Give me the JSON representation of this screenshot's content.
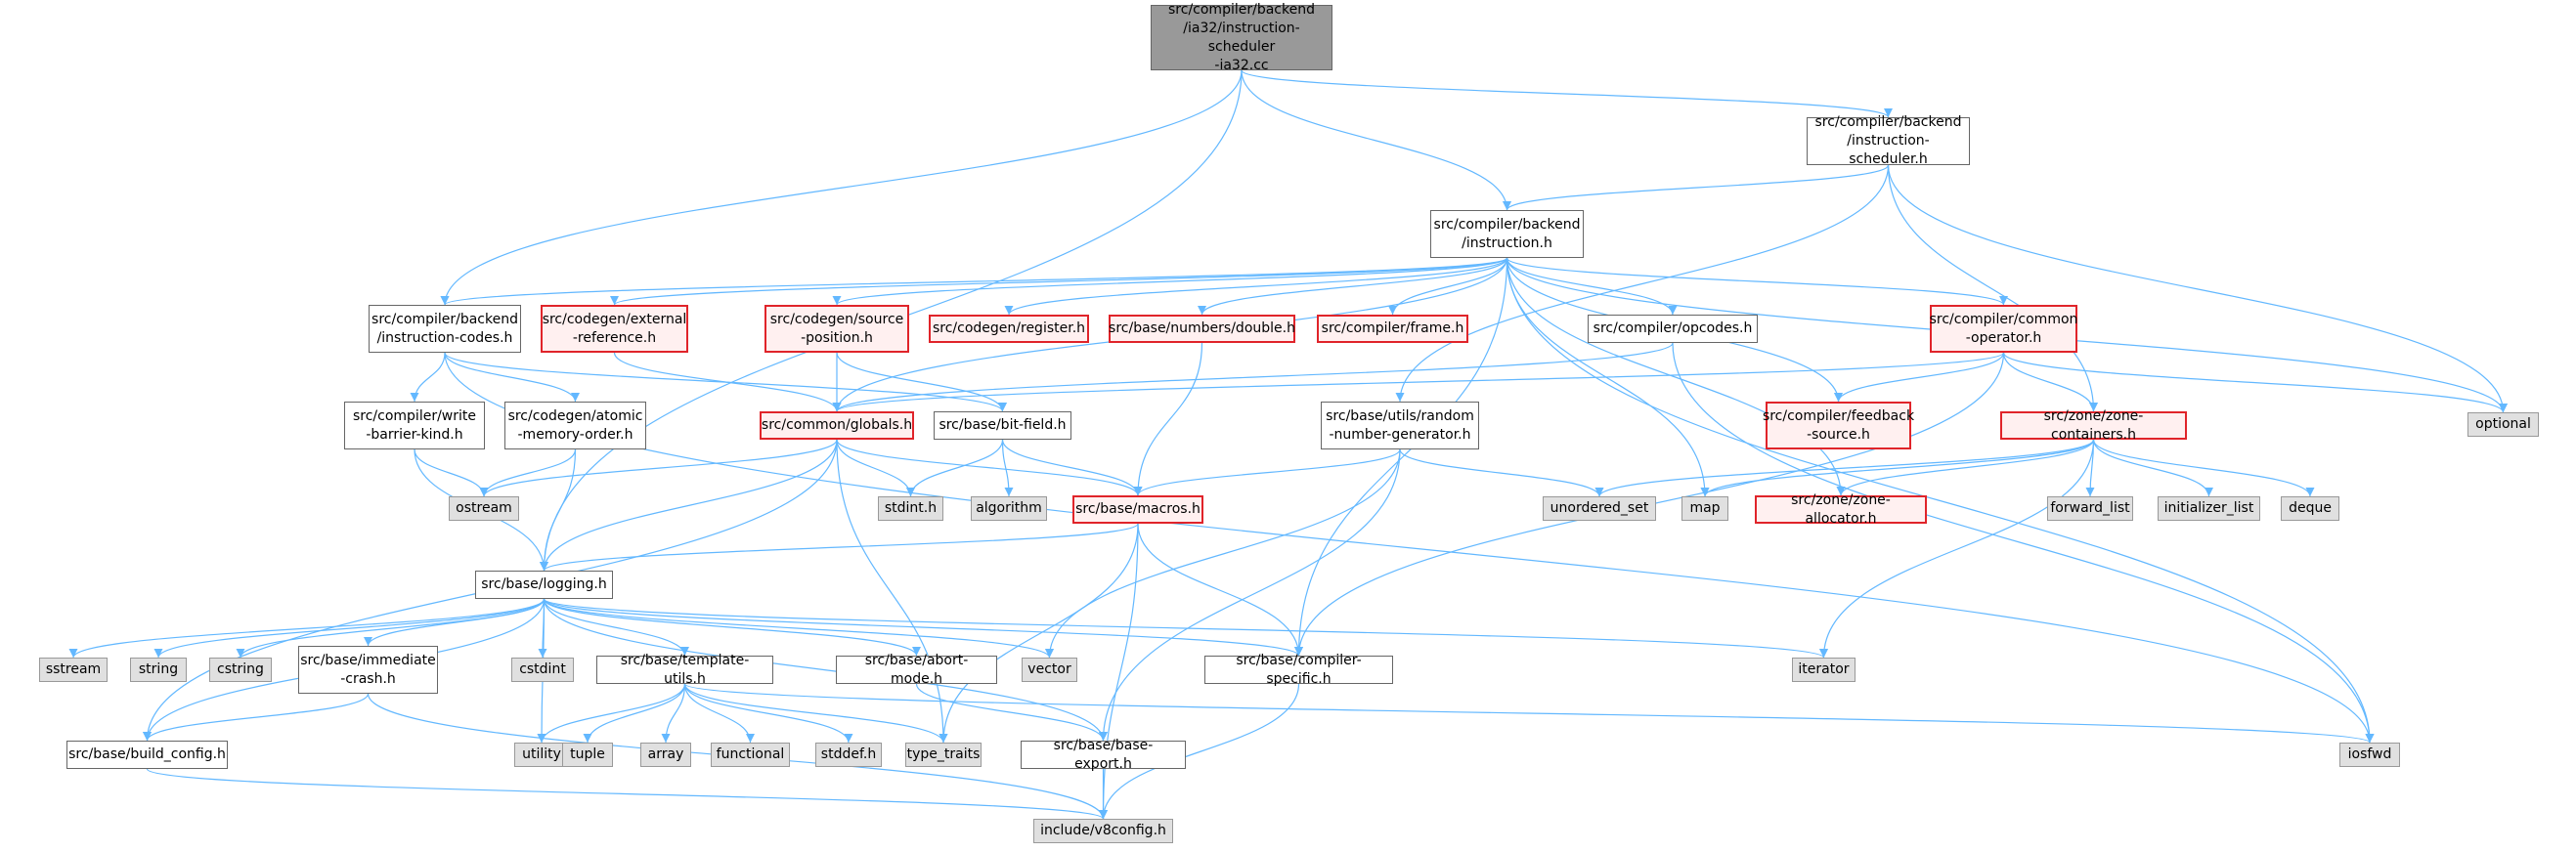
{
  "diagram": {
    "edge_color": "#63b8ff",
    "colors": {
      "root_fill": "#999999",
      "red_border": "#e0242a",
      "red_fill": "#fff0f0",
      "external_fill": "#e0e0e0"
    },
    "nodes": [
      {
        "id": "root",
        "label": "src/compiler/backend\n/ia32/instruction-scheduler\n-ia32.cc",
        "kind": "root"
      },
      {
        "id": "isched",
        "label": "src/compiler/backend\n/instruction-scheduler.h",
        "kind": "normal"
      },
      {
        "id": "instr",
        "label": "src/compiler/backend\n/instruction.h",
        "kind": "normal"
      },
      {
        "id": "icodes",
        "label": "src/compiler/backend\n/instruction-codes.h",
        "kind": "normal"
      },
      {
        "id": "extref",
        "label": "src/codegen/external\n-reference.h",
        "kind": "red"
      },
      {
        "id": "srcpos",
        "label": "src/codegen/source\n-position.h",
        "kind": "red"
      },
      {
        "id": "register",
        "label": "src/codegen/register.h",
        "kind": "red"
      },
      {
        "id": "double",
        "label": "src/base/numbers/double.h",
        "kind": "red"
      },
      {
        "id": "frame",
        "label": "src/compiler/frame.h",
        "kind": "red"
      },
      {
        "id": "opcodes",
        "label": "src/compiler/opcodes.h",
        "kind": "normal"
      },
      {
        "id": "cop",
        "label": "src/compiler/common\n-operator.h",
        "kind": "red"
      },
      {
        "id": "optional",
        "label": "optional",
        "kind": "external"
      },
      {
        "id": "wbk",
        "label": "src/compiler/write\n-barrier-kind.h",
        "kind": "normal"
      },
      {
        "id": "amo",
        "label": "src/codegen/atomic\n-memory-order.h",
        "kind": "normal"
      },
      {
        "id": "globals",
        "label": "src/common/globals.h",
        "kind": "red"
      },
      {
        "id": "bitfield",
        "label": "src/base/bit-field.h",
        "kind": "normal"
      },
      {
        "id": "rng",
        "label": "src/base/utils/random\n-number-generator.h",
        "kind": "normal"
      },
      {
        "id": "feedback",
        "label": "src/compiler/feedback\n-source.h",
        "kind": "red"
      },
      {
        "id": "zc",
        "label": "src/zone/zone-containers.h",
        "kind": "red"
      },
      {
        "id": "ostream",
        "label": "ostream",
        "kind": "external"
      },
      {
        "id": "stdint",
        "label": "stdint.h",
        "kind": "external"
      },
      {
        "id": "algorithm",
        "label": "algorithm",
        "kind": "external"
      },
      {
        "id": "macros",
        "label": "src/base/macros.h",
        "kind": "red"
      },
      {
        "id": "uset",
        "label": "unordered_set",
        "kind": "external"
      },
      {
        "id": "map",
        "label": "map",
        "kind": "external"
      },
      {
        "id": "za",
        "label": "src/zone/zone-allocator.h",
        "kind": "red"
      },
      {
        "id": "flist",
        "label": "forward_list",
        "kind": "external"
      },
      {
        "id": "ilist",
        "label": "initializer_list",
        "kind": "external"
      },
      {
        "id": "deque",
        "label": "deque",
        "kind": "external"
      },
      {
        "id": "logging",
        "label": "src/base/logging.h",
        "kind": "normal"
      },
      {
        "id": "sstream",
        "label": "sstream",
        "kind": "external"
      },
      {
        "id": "string",
        "label": "string",
        "kind": "external"
      },
      {
        "id": "cstring",
        "label": "cstring",
        "kind": "external"
      },
      {
        "id": "immcrash",
        "label": "src/base/immediate\n-crash.h",
        "kind": "normal"
      },
      {
        "id": "cstdint",
        "label": "cstdint",
        "kind": "external"
      },
      {
        "id": "tutils",
        "label": "src/base/template-utils.h",
        "kind": "normal"
      },
      {
        "id": "abort",
        "label": "src/base/abort-mode.h",
        "kind": "normal"
      },
      {
        "id": "vector",
        "label": "vector",
        "kind": "external"
      },
      {
        "id": "cspec",
        "label": "src/base/compiler-specific.h",
        "kind": "normal"
      },
      {
        "id": "iterator",
        "label": "iterator",
        "kind": "external"
      },
      {
        "id": "buildcfg",
        "label": "src/base/build_config.h",
        "kind": "normal"
      },
      {
        "id": "utility",
        "label": "utility",
        "kind": "external"
      },
      {
        "id": "tuple",
        "label": "tuple",
        "kind": "external"
      },
      {
        "id": "array",
        "label": "array",
        "kind": "external"
      },
      {
        "id": "functional",
        "label": "functional",
        "kind": "external"
      },
      {
        "id": "stddef",
        "label": "stddef.h",
        "kind": "external"
      },
      {
        "id": "typetraits",
        "label": "type_traits",
        "kind": "external"
      },
      {
        "id": "baseexport",
        "label": "src/base/base-export.h",
        "kind": "normal"
      },
      {
        "id": "iosfwd",
        "label": "iosfwd",
        "kind": "external"
      },
      {
        "id": "v8config",
        "label": "include/v8config.h",
        "kind": "external"
      }
    ],
    "edges": [
      [
        "root",
        "isched"
      ],
      [
        "root",
        "instr"
      ],
      [
        "root",
        "icodes"
      ],
      [
        "root",
        "logging"
      ],
      [
        "isched",
        "instr"
      ],
      [
        "isched",
        "rng"
      ],
      [
        "isched",
        "zc"
      ],
      [
        "isched",
        "optional"
      ],
      [
        "instr",
        "icodes"
      ],
      [
        "instr",
        "extref"
      ],
      [
        "instr",
        "srcpos"
      ],
      [
        "instr",
        "register"
      ],
      [
        "instr",
        "double"
      ],
      [
        "instr",
        "frame"
      ],
      [
        "instr",
        "opcodes"
      ],
      [
        "instr",
        "cop"
      ],
      [
        "instr",
        "feedback"
      ],
      [
        "instr",
        "globals"
      ],
      [
        "instr",
        "za"
      ],
      [
        "instr",
        "map"
      ],
      [
        "instr",
        "cspec"
      ],
      [
        "instr",
        "optional"
      ],
      [
        "instr",
        "iosfwd"
      ],
      [
        "icodes",
        "wbk"
      ],
      [
        "icodes",
        "amo"
      ],
      [
        "icodes",
        "bitfield"
      ],
      [
        "icodes",
        "iosfwd"
      ],
      [
        "extref",
        "globals"
      ],
      [
        "srcpos",
        "globals"
      ],
      [
        "srcpos",
        "bitfield"
      ],
      [
        "double",
        "macros"
      ],
      [
        "opcodes",
        "globals"
      ],
      [
        "opcodes",
        "iosfwd"
      ],
      [
        "cop",
        "globals"
      ],
      [
        "cop",
        "feedback"
      ],
      [
        "cop",
        "zc"
      ],
      [
        "cop",
        "cspec"
      ],
      [
        "cop",
        "optional"
      ],
      [
        "wbk",
        "ostream"
      ],
      [
        "wbk",
        "logging"
      ],
      [
        "amo",
        "ostream"
      ],
      [
        "amo",
        "logging"
      ],
      [
        "globals",
        "ostream"
      ],
      [
        "globals",
        "stdint"
      ],
      [
        "globals",
        "macros"
      ],
      [
        "globals",
        "logging"
      ],
      [
        "globals",
        "typetraits"
      ],
      [
        "globals",
        "buildcfg"
      ],
      [
        "bitfield",
        "stdint"
      ],
      [
        "bitfield",
        "algorithm"
      ],
      [
        "bitfield",
        "macros"
      ],
      [
        "rng",
        "uset"
      ],
      [
        "rng",
        "macros"
      ],
      [
        "rng",
        "vector"
      ],
      [
        "rng",
        "baseexport"
      ],
      [
        "zc",
        "uset"
      ],
      [
        "zc",
        "map"
      ],
      [
        "zc",
        "za"
      ],
      [
        "zc",
        "flist"
      ],
      [
        "zc",
        "ilist"
      ],
      [
        "zc",
        "deque"
      ],
      [
        "zc",
        "iterator"
      ],
      [
        "macros",
        "logging"
      ],
      [
        "macros",
        "cspec"
      ],
      [
        "macros",
        "typetraits"
      ],
      [
        "macros",
        "v8config"
      ],
      [
        "logging",
        "sstream"
      ],
      [
        "logging",
        "string"
      ],
      [
        "logging",
        "cstring"
      ],
      [
        "logging",
        "immcrash"
      ],
      [
        "logging",
        "cstdint"
      ],
      [
        "logging",
        "tutils"
      ],
      [
        "logging",
        "abort"
      ],
      [
        "logging",
        "vector"
      ],
      [
        "logging",
        "cspec"
      ],
      [
        "logging",
        "iterator"
      ],
      [
        "logging",
        "buildcfg"
      ],
      [
        "logging",
        "utility"
      ],
      [
        "logging",
        "baseexport"
      ],
      [
        "immcrash",
        "buildcfg"
      ],
      [
        "immcrash",
        "v8config"
      ],
      [
        "tutils",
        "utility"
      ],
      [
        "tutils",
        "tuple"
      ],
      [
        "tutils",
        "array"
      ],
      [
        "tutils",
        "functional"
      ],
      [
        "tutils",
        "stddef"
      ],
      [
        "tutils",
        "typetraits"
      ],
      [
        "tutils",
        "iosfwd"
      ],
      [
        "abort",
        "baseexport"
      ],
      [
        "cspec",
        "v8config"
      ],
      [
        "baseexport",
        "v8config"
      ],
      [
        "buildcfg",
        "v8config"
      ]
    ]
  }
}
